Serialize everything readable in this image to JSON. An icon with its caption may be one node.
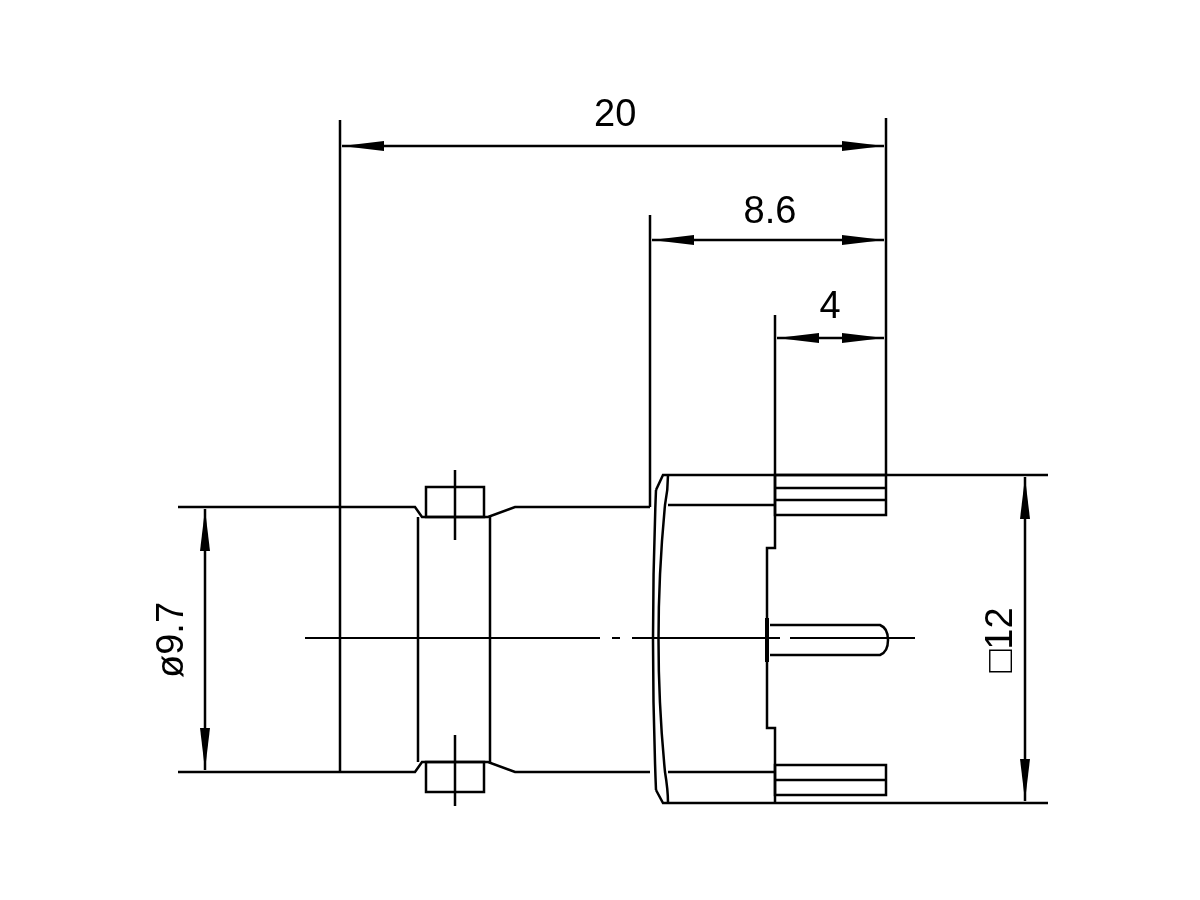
{
  "diagram": {
    "labels": [
      "20",
      "8.6",
      "4",
      "ø9.7",
      "□12"
    ]
  }
}
